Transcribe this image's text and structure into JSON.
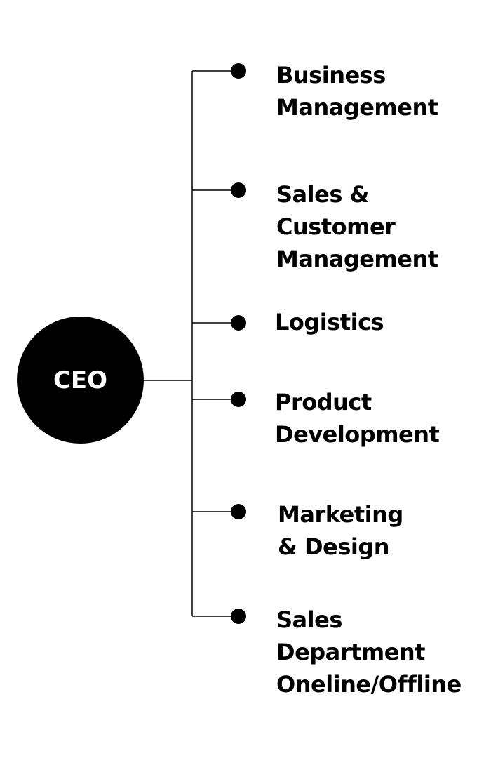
{
  "ceo": {
    "label": "CEO"
  },
  "departments": [
    {
      "label": "Business\nManagement"
    },
    {
      "label": "Sales &\nCustomer\nManagement"
    },
    {
      "label": "Logistics"
    },
    {
      "label": "Product\nDevelopment"
    },
    {
      "label": "Marketing\n& Design"
    },
    {
      "label": "Sales\nDepartment\nOneline/Offline"
    }
  ],
  "colors": {
    "ink": "#000000",
    "node_text": "#ffffff",
    "background": "#ffffff"
  }
}
